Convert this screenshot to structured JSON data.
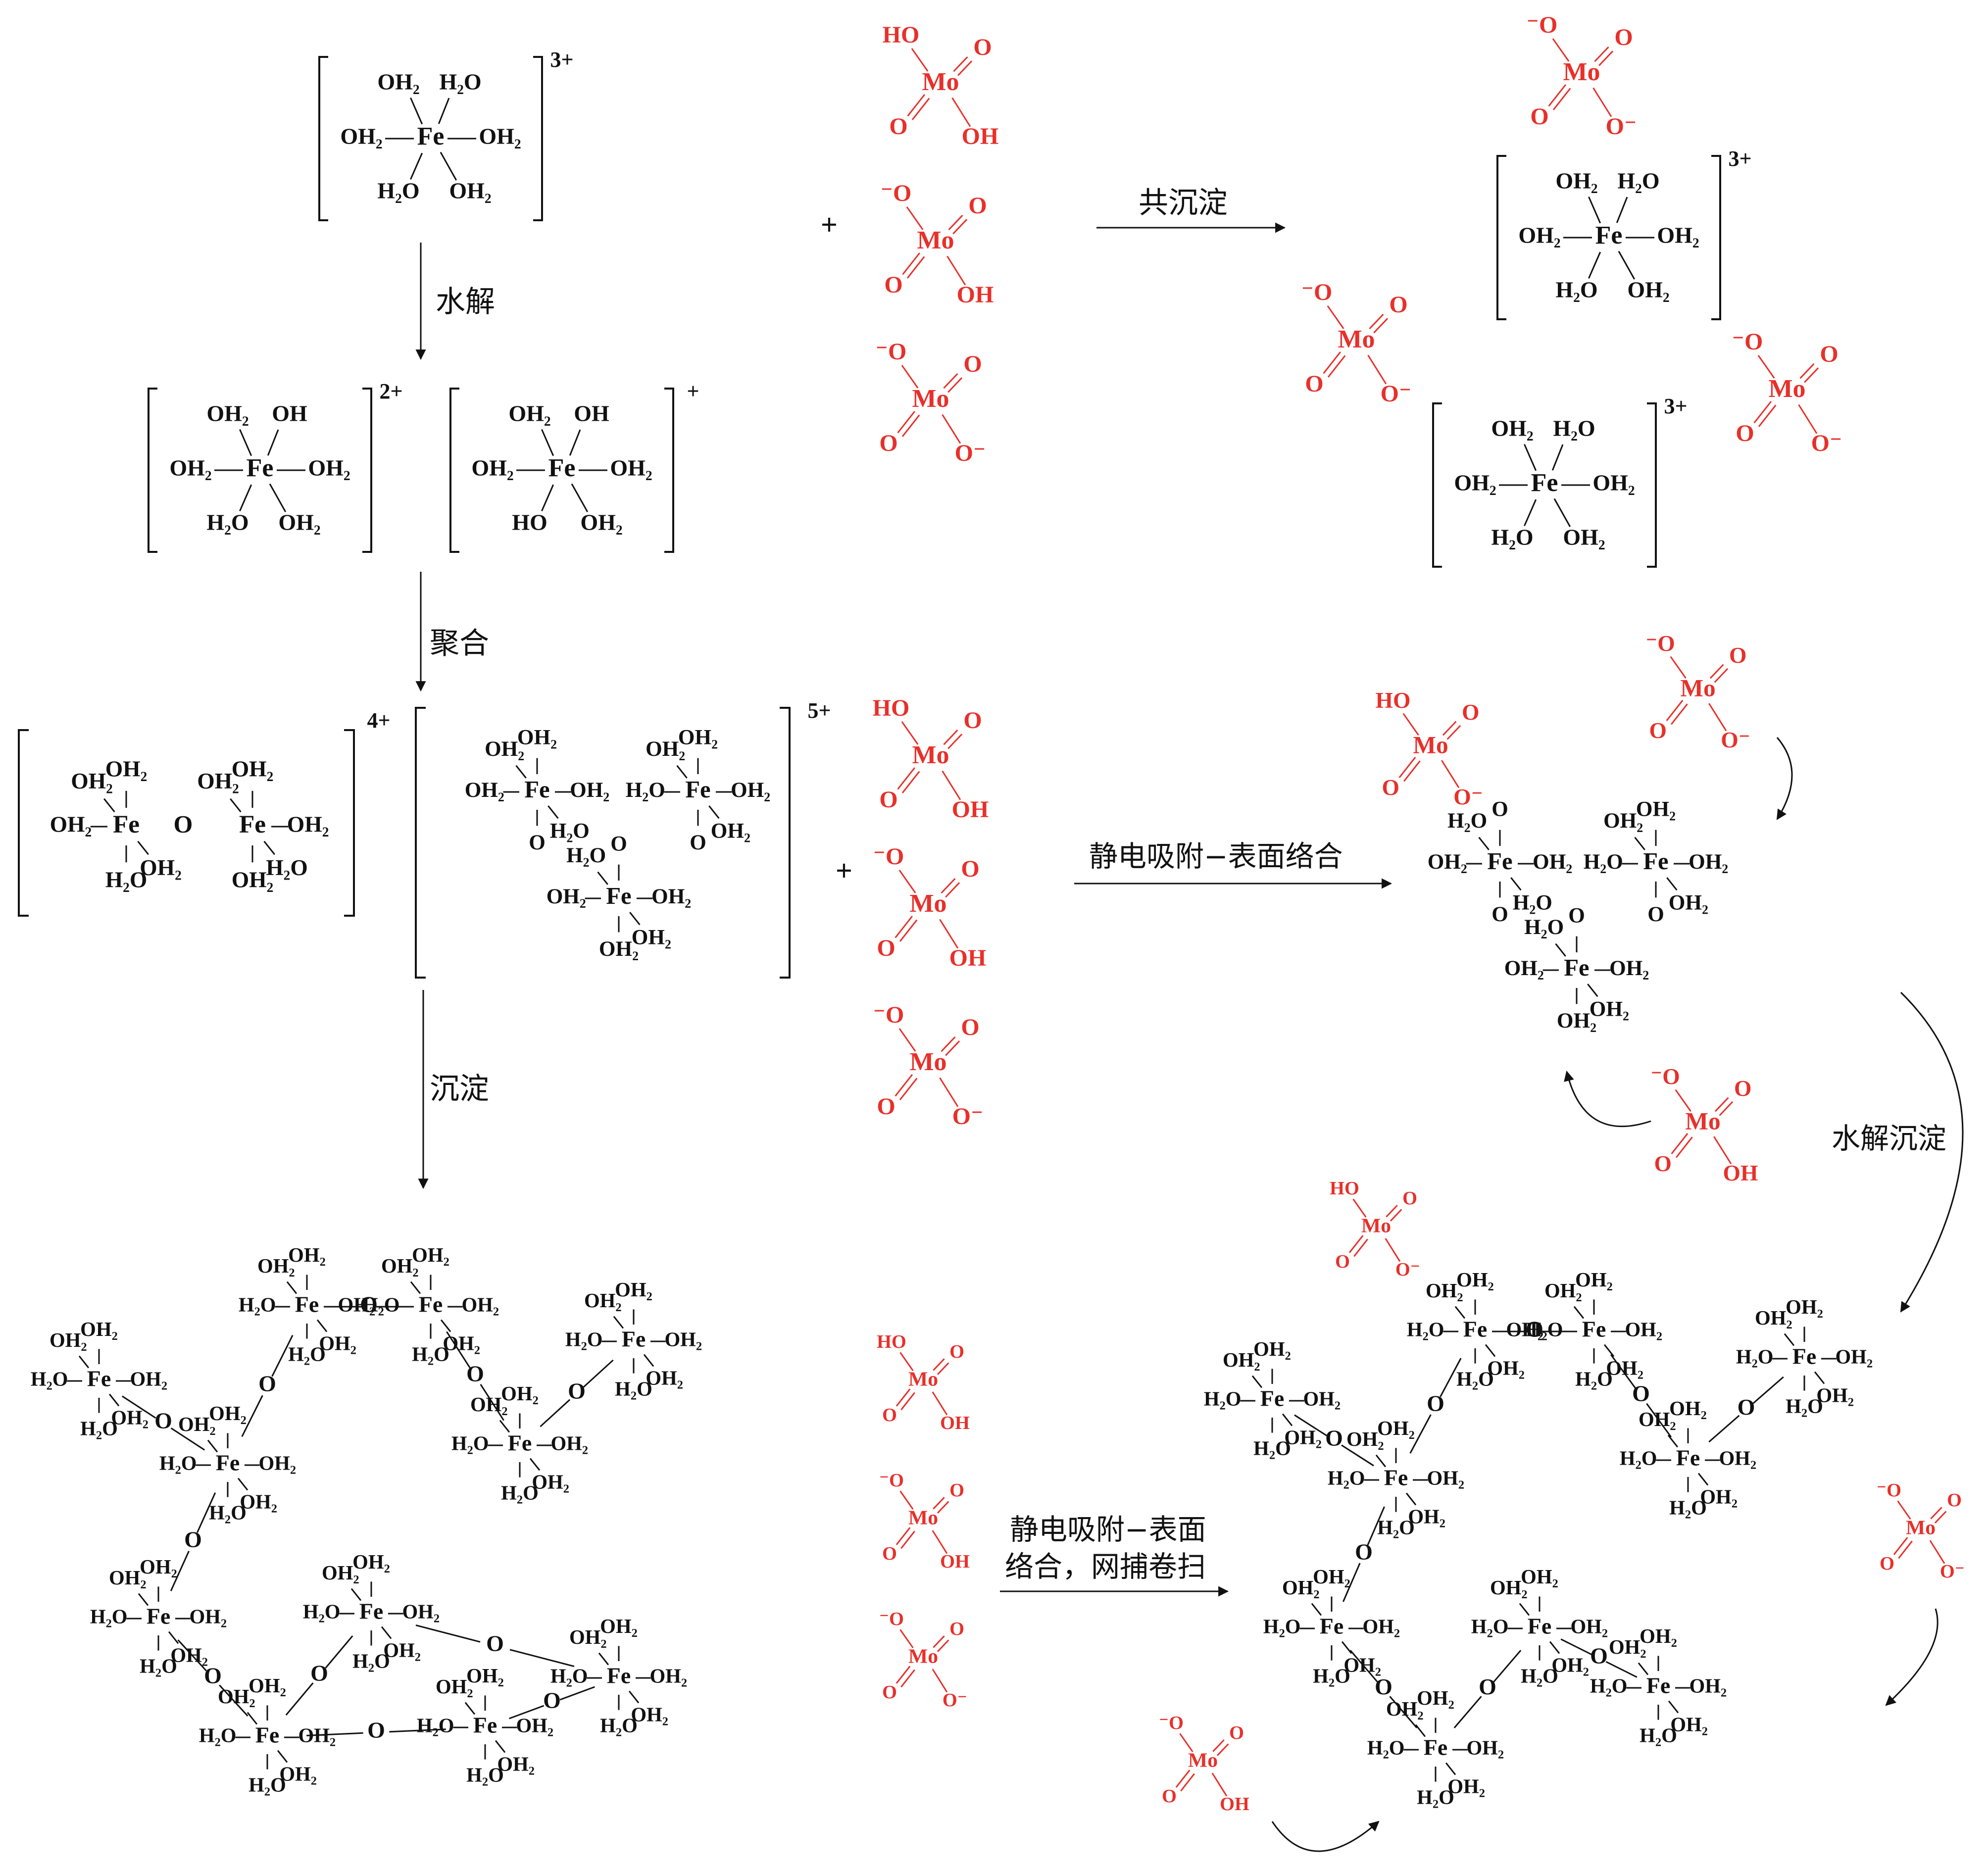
{
  "labels": {
    "fe": "Fe",
    "mo": "Mo",
    "o": "O",
    "oh2_l": "OH₂",
    "oh2_r": "OH₂",
    "h2o_l": "H₂O",
    "oh": "OH",
    "ho": "HO",
    "o_minus_l": "⁻O",
    "o_minus_r": "O⁻",
    "o_minus_up": "O⁻",
    "plus": "+"
  },
  "charges": {
    "c3": "3+",
    "c2": "2+",
    "c1": "+",
    "c4": "4+",
    "c5": "5+"
  },
  "steps": {
    "hydrolysis": "水解",
    "polymerization": "聚合",
    "precipitation": "沉淀",
    "coprecipitation": "共沉淀",
    "adsorption": "静电吸附−表面络合",
    "hydrolysis_precipitation": "水解沉淀",
    "adsorption_sweep_line1": "静电吸附−表面",
    "adsorption_sweep_line2": "络合，网捕卷扫"
  },
  "colors": {
    "fe_species": "#111111",
    "molybdate": "#e8302a",
    "background": "#ffffff"
  },
  "icons": {
    "reaction_arrow": "arrow-right-icon",
    "curved_arrow": "curved-arrow-icon"
  }
}
